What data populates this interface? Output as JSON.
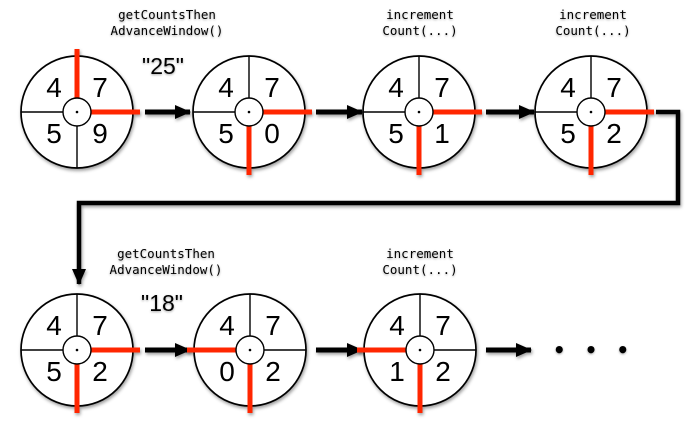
{
  "colors": {
    "highlight": "#ff2600",
    "ink": "#000000"
  },
  "row1": {
    "op_label_1": {
      "line1": "getCountsThen",
      "line2": "AdvanceWindow()"
    },
    "returned_value": "\"25\"",
    "op_label_2": {
      "line1": "increment",
      "line2": "Count(...)"
    },
    "op_label_3": {
      "line1": "increment",
      "line2": "Count(...)"
    },
    "circles": [
      {
        "top_left": "4",
        "top_right": "7",
        "bottom_left": "5",
        "bottom_right": "9",
        "current_bucket": "top-right"
      },
      {
        "top_left": "4",
        "top_right": "7",
        "bottom_left": "5",
        "bottom_right": "0",
        "current_bucket": "bottom-right"
      },
      {
        "top_left": "4",
        "top_right": "7",
        "bottom_left": "5",
        "bottom_right": "1",
        "current_bucket": "bottom-right"
      },
      {
        "top_left": "4",
        "top_right": "7",
        "bottom_left": "5",
        "bottom_right": "2",
        "current_bucket": "bottom-right"
      }
    ]
  },
  "row2": {
    "op_label_1": {
      "line1": "getCountsThen",
      "line2": "AdvanceWindow()"
    },
    "returned_value": "\"18\"",
    "op_label_2": {
      "line1": "increment",
      "line2": "Count(...)"
    },
    "circles": [
      {
        "top_left": "4",
        "top_right": "7",
        "bottom_left": "5",
        "bottom_right": "2",
        "current_bucket": "bottom-right"
      },
      {
        "top_left": "4",
        "top_right": "7",
        "bottom_left": "0",
        "bottom_right": "2",
        "current_bucket": "bottom-left"
      },
      {
        "top_left": "4",
        "top_right": "7",
        "bottom_left": "1",
        "bottom_right": "2",
        "current_bucket": "bottom-left"
      }
    ],
    "continuation": "• • •"
  }
}
